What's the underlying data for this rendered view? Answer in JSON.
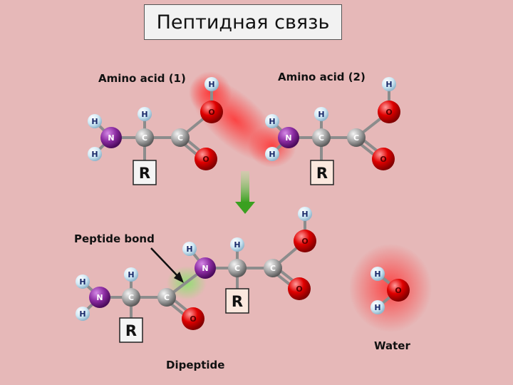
{
  "title": "Пептидная связь",
  "labels": {
    "amino_acid_1": "Amino acid (1)",
    "amino_acid_2": "Amino acid (2)",
    "peptide_bond": "Peptide bond",
    "water": "Water",
    "dipeptide": "Dipeptide"
  },
  "atoms": {
    "hydrogen": "H",
    "nitrogen": "N",
    "carbon": "C",
    "oxygen": "O",
    "side_chain": "R"
  },
  "colors": {
    "background": "#e6b8b8",
    "hydrogen": "#cfe8f5",
    "nitrogen": "#7a1f8c",
    "carbon": "#9a9a9a",
    "oxygen": "#d40000",
    "arrow": "#4caf2a",
    "highlight_red": "#ff4040",
    "highlight_green": "#8fe070"
  }
}
